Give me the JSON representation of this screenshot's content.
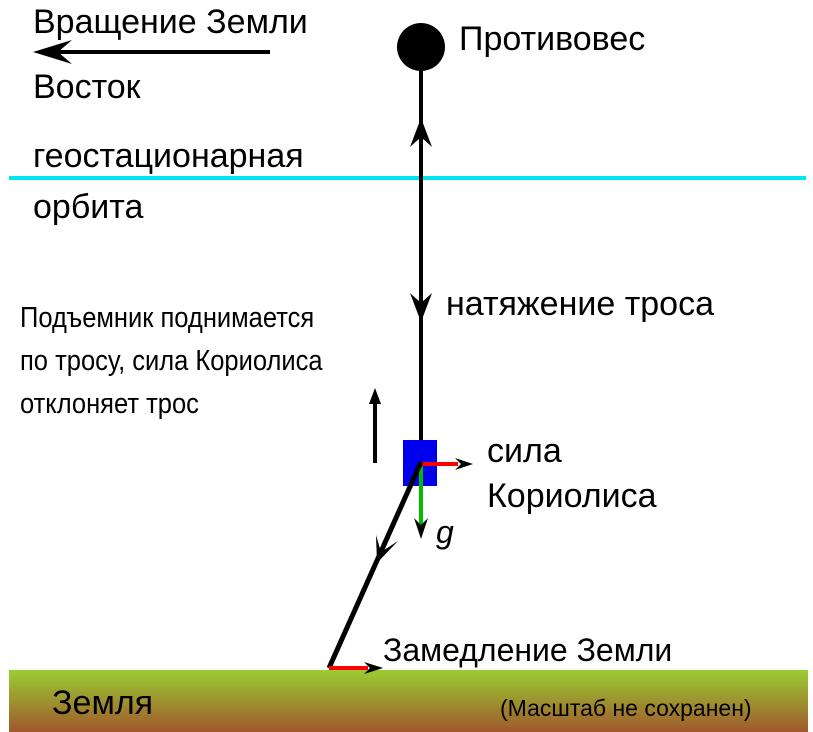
{
  "labels": {
    "earth_rotation": "Вращение Земли",
    "east": "Восток",
    "counterweight": "Противовес",
    "geo_orbit_line1": "геостационарная",
    "geo_orbit_line2": "орбита",
    "cable_tension": "натяжение троса",
    "climber_note": [
      "Подъемник поднимается",
      "по тросу, сила Кориолиса",
      "отклоняет трос"
    ],
    "coriolis_line1": "сила",
    "coriolis_line2": "Кориолиса",
    "gravity": "g",
    "earth_slowdown": "Замедление Земли",
    "earth": "Земля",
    "scale_note": "(Масштаб не сохранен)"
  },
  "colors": {
    "orbit": "#00e5f0",
    "climber": "#0000ee",
    "coriolis_force": "#ff0000",
    "gravity_force": "#00bb00",
    "ground_top": "#9acd32",
    "ground_bottom": "#a0582d"
  }
}
